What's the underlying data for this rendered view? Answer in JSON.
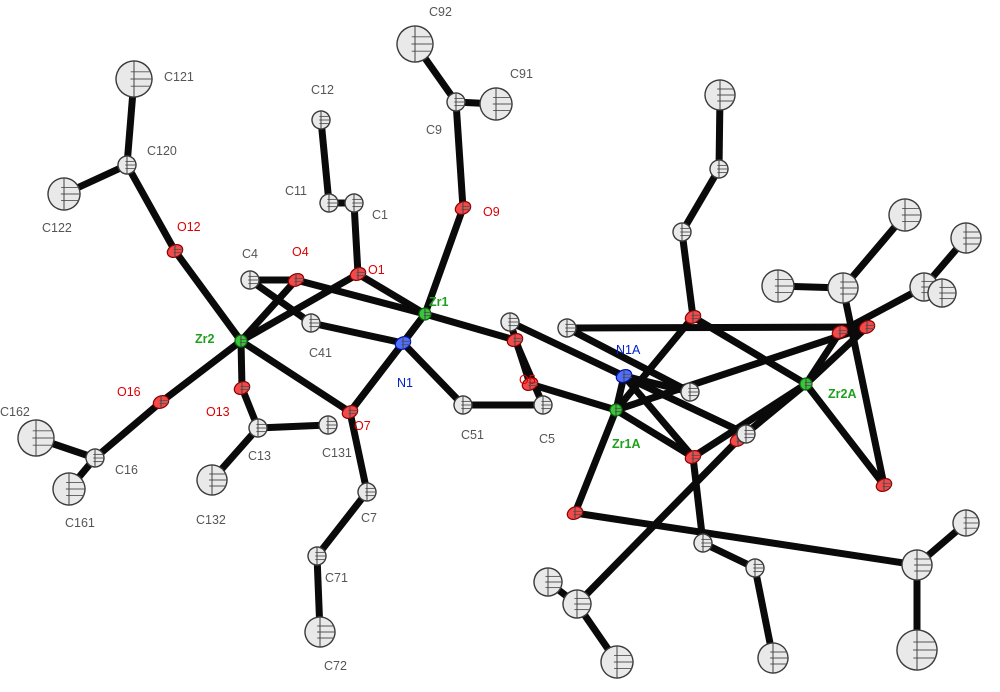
{
  "atoms": [
    {
      "id": "Zr1",
      "el": "Zr",
      "label": "Zr1"
    },
    {
      "id": "Zr2",
      "el": "Zr",
      "label": "Zr2"
    },
    {
      "id": "Zr1A",
      "el": "Zr",
      "label": "Zr1A"
    },
    {
      "id": "Zr2A",
      "el": "Zr",
      "label": "Zr2A"
    },
    {
      "id": "N1",
      "el": "N",
      "label": "N1"
    },
    {
      "id": "N1A",
      "el": "N",
      "label": "N1A"
    },
    {
      "id": "O1",
      "el": "O",
      "label": "O1"
    },
    {
      "id": "O4",
      "el": "O",
      "label": "O4"
    },
    {
      "id": "O5",
      "el": "O",
      "label": "O5"
    },
    {
      "id": "O7",
      "el": "O",
      "label": "O7"
    },
    {
      "id": "O9",
      "el": "O",
      "label": "O9"
    },
    {
      "id": "O12",
      "el": "O",
      "label": "O12"
    },
    {
      "id": "O13",
      "el": "O",
      "label": "O13"
    },
    {
      "id": "O16",
      "el": "O",
      "label": "O16"
    },
    {
      "id": "C1",
      "el": "C",
      "label": "C1"
    },
    {
      "id": "C11",
      "el": "C",
      "label": "C11"
    },
    {
      "id": "C12",
      "el": "C",
      "label": "C12"
    },
    {
      "id": "C4",
      "el": "C",
      "label": "C4"
    },
    {
      "id": "C41",
      "el": "C",
      "label": "C41"
    },
    {
      "id": "C5",
      "el": "C",
      "label": "C5"
    },
    {
      "id": "C51",
      "el": "C",
      "label": "C51"
    },
    {
      "id": "C7",
      "el": "C",
      "label": "C7"
    },
    {
      "id": "C71",
      "el": "C",
      "label": "C71"
    },
    {
      "id": "C72",
      "el": "C",
      "label": "C72"
    },
    {
      "id": "C9",
      "el": "C",
      "label": "C9"
    },
    {
      "id": "C91",
      "el": "C",
      "label": "C91"
    },
    {
      "id": "C92",
      "el": "C",
      "label": "C92"
    },
    {
      "id": "C120",
      "el": "C",
      "label": "C120"
    },
    {
      "id": "C121",
      "el": "C",
      "label": "C121"
    },
    {
      "id": "C122",
      "el": "C",
      "label": "C122"
    },
    {
      "id": "C13",
      "el": "C",
      "label": "C13"
    },
    {
      "id": "C131",
      "el": "C",
      "label": "C131"
    },
    {
      "id": "C132",
      "el": "C",
      "label": "C132"
    },
    {
      "id": "C16",
      "el": "C",
      "label": "C16"
    },
    {
      "id": "C161",
      "el": "C",
      "label": "C161"
    },
    {
      "id": "C162",
      "el": "C",
      "label": "C162"
    },
    {
      "id": "O1A",
      "el": "O",
      "label": ""
    },
    {
      "id": "O4A",
      "el": "O",
      "label": ""
    },
    {
      "id": "O5A",
      "el": "O",
      "label": ""
    },
    {
      "id": "O7A",
      "el": "O",
      "label": ""
    },
    {
      "id": "O9A",
      "el": "O",
      "label": ""
    },
    {
      "id": "O12A",
      "el": "O",
      "label": ""
    },
    {
      "id": "O13A",
      "el": "O",
      "label": ""
    },
    {
      "id": "O16A",
      "el": "O",
      "label": ""
    },
    {
      "id": "C1A",
      "el": "C",
      "label": ""
    },
    {
      "id": "C11A",
      "el": "C",
      "label": ""
    },
    {
      "id": "C12A",
      "el": "C",
      "label": ""
    },
    {
      "id": "C4A",
      "el": "C",
      "label": ""
    },
    {
      "id": "C41A",
      "el": "C",
      "label": ""
    },
    {
      "id": "C5A",
      "el": "C",
      "label": ""
    },
    {
      "id": "C51A",
      "el": "C",
      "label": ""
    },
    {
      "id": "C7A",
      "el": "C",
      "label": ""
    },
    {
      "id": "C71A",
      "el": "C",
      "label": ""
    },
    {
      "id": "C72A",
      "el": "C",
      "label": ""
    },
    {
      "id": "C9A",
      "el": "C",
      "label": ""
    },
    {
      "id": "C91A",
      "el": "C",
      "label": ""
    },
    {
      "id": "C92A",
      "el": "C",
      "label": ""
    },
    {
      "id": "C120A",
      "el": "C",
      "label": ""
    },
    {
      "id": "C121A",
      "el": "C",
      "label": ""
    },
    {
      "id": "C122A",
      "el": "C",
      "label": ""
    },
    {
      "id": "C13A",
      "el": "C",
      "label": ""
    },
    {
      "id": "C131A",
      "el": "C",
      "label": ""
    },
    {
      "id": "C132A",
      "el": "C",
      "label": ""
    },
    {
      "id": "C16A",
      "el": "C",
      "label": ""
    },
    {
      "id": "C161A",
      "el": "C",
      "label": ""
    },
    {
      "id": "C162A",
      "el": "C",
      "label": ""
    }
  ],
  "bonds": [
    [
      "Zr1",
      "O1"
    ],
    [
      "Zr1",
      "O9"
    ],
    [
      "Zr1",
      "N1"
    ],
    [
      "Zr1",
      "O4"
    ],
    [
      "Zr1",
      "O7"
    ],
    [
      "Zr1",
      "O5"
    ],
    [
      "Zr2",
      "O12"
    ],
    [
      "Zr2",
      "O16"
    ],
    [
      "Zr2",
      "O13"
    ],
    [
      "Zr2",
      "O4"
    ],
    [
      "Zr2",
      "O1"
    ],
    [
      "Zr2",
      "O7"
    ],
    [
      "O1",
      "C1"
    ],
    [
      "C1",
      "C11"
    ],
    [
      "C11",
      "C12"
    ],
    [
      "O4",
      "C4"
    ],
    [
      "C4",
      "C41"
    ],
    [
      "C41",
      "N1"
    ],
    [
      "O5",
      "C5"
    ],
    [
      "C5",
      "C51"
    ],
    [
      "C51",
      "N1"
    ],
    [
      "O7",
      "C7"
    ],
    [
      "C7",
      "C71"
    ],
    [
      "C71",
      "C72"
    ],
    [
      "O7",
      "N1"
    ],
    [
      "O9",
      "C9"
    ],
    [
      "C9",
      "C91"
    ],
    [
      "C9",
      "C92"
    ],
    [
      "O12",
      "C120"
    ],
    [
      "C120",
      "C121"
    ],
    [
      "C120",
      "C122"
    ],
    [
      "O13",
      "C13"
    ],
    [
      "C13",
      "C131"
    ],
    [
      "C13",
      "C132"
    ],
    [
      "O16",
      "C16"
    ],
    [
      "C16",
      "C161"
    ],
    [
      "C16",
      "C162"
    ],
    [
      "Zr1A",
      "O1A"
    ],
    [
      "Zr1A",
      "O9A"
    ],
    [
      "Zr1A",
      "N1A"
    ],
    [
      "Zr1A",
      "O4A"
    ],
    [
      "Zr1A",
      "O7A"
    ],
    [
      "Zr1A",
      "O5A"
    ],
    [
      "Zr2A",
      "O12A"
    ],
    [
      "Zr2A",
      "O16A"
    ],
    [
      "Zr2A",
      "O13A"
    ],
    [
      "Zr2A",
      "O4A"
    ],
    [
      "Zr2A",
      "O1A"
    ],
    [
      "Zr2A",
      "O7A"
    ],
    [
      "O1A",
      "C1A"
    ],
    [
      "C1A",
      "C11A"
    ],
    [
      "C11A",
      "C12A"
    ],
    [
      "O4A",
      "C4A"
    ],
    [
      "C4A",
      "C41A"
    ],
    [
      "C41A",
      "N1A"
    ],
    [
      "O5A",
      "C5A"
    ],
    [
      "C5A",
      "C51A"
    ],
    [
      "C51A",
      "N1A"
    ],
    [
      "O7A",
      "C7A"
    ],
    [
      "C7A",
      "C71A"
    ],
    [
      "C71A",
      "C72A"
    ],
    [
      "O7A",
      "N1A"
    ],
    [
      "O9A",
      "C9A"
    ],
    [
      "C9A",
      "C91A"
    ],
    [
      "C9A",
      "C92A"
    ],
    [
      "O12A",
      "C120A"
    ],
    [
      "C120A",
      "C121A"
    ],
    [
      "C120A",
      "C122A"
    ],
    [
      "O13A",
      "C13A"
    ],
    [
      "C13A",
      "C131A"
    ],
    [
      "C13A",
      "C132A"
    ],
    [
      "O16A",
      "C16A"
    ],
    [
      "C16A",
      "C161A"
    ],
    [
      "C16A",
      "C162A"
    ]
  ],
  "colors": {
    "Zr": "#3ac63a",
    "O": "#f24a4a",
    "N": "#4f6fff",
    "C": "#e9e9e9",
    "bond": "#0a0a0a"
  }
}
